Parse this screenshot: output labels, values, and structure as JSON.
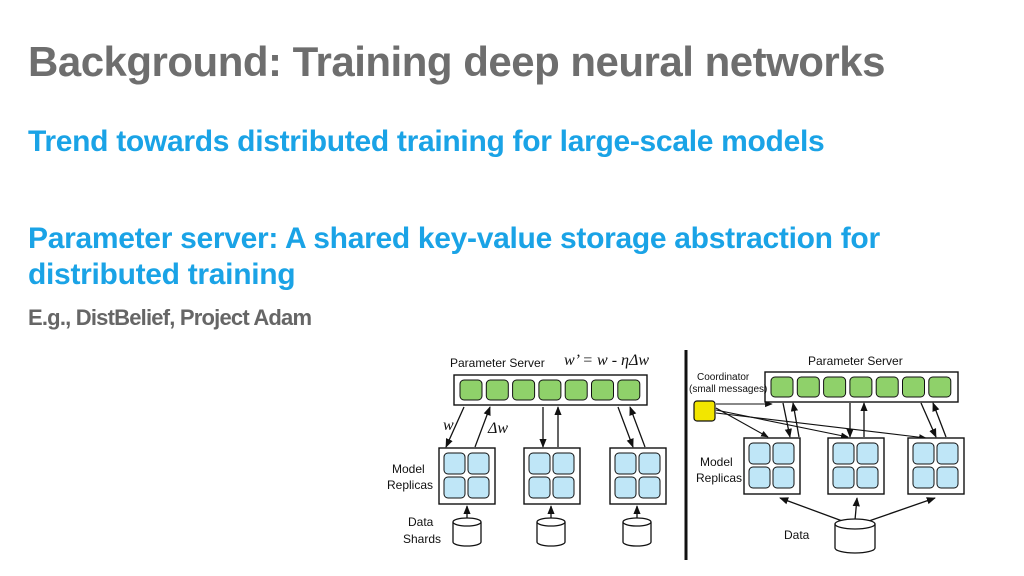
{
  "slide": {
    "title": "Background: Training deep neural networks",
    "bullet1": "Trend towards distributed training for large-scale models",
    "bullet2": "Parameter server: A shared key-value storage abstraction for distributed training",
    "example": "E.g., DistBelief, Project Adam"
  },
  "diagram_left": {
    "server_label": "Parameter Server",
    "update_rule": "w’ = w - ηΔw",
    "w_label": "w",
    "dw_label": "Δw",
    "replicas_label_1": "Model",
    "replicas_label_2": "Replicas",
    "data_label_1": "Data",
    "data_label_2": "Shards"
  },
  "diagram_right": {
    "server_label": "Parameter Server",
    "coordinator_label_1": "Coordinator",
    "coordinator_label_2": "(small messages)",
    "replicas_label_1": "Model",
    "replicas_label_2": "Replicas",
    "data_label": "Data"
  },
  "colors": {
    "title": "#6e6e6e",
    "accent": "#1aa3e6",
    "server_cell": "#8fd16a",
    "replica_cell": "#bfe6f7",
    "coordinator": "#f2e600"
  }
}
